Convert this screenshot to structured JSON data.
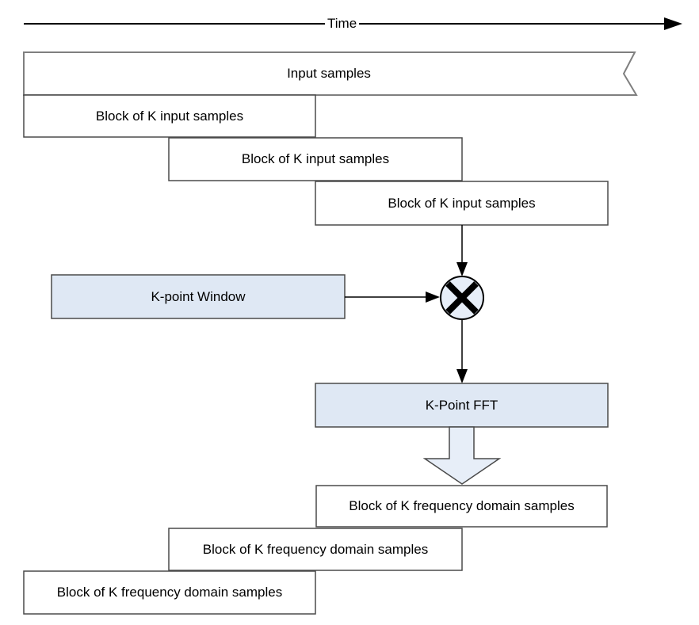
{
  "time_axis": {
    "label": "Time"
  },
  "input_stream": {
    "label": "Input samples"
  },
  "input_blocks": [
    {
      "label": "Block of K input samples"
    },
    {
      "label": "Block of K input samples"
    },
    {
      "label": "Block of K input samples"
    }
  ],
  "window_box": {
    "label": "K-point Window"
  },
  "multiplier": {
    "symbol": "×"
  },
  "fft_box": {
    "label": "K-Point FFT"
  },
  "output_blocks": [
    {
      "label": "Block of K frequency domain samples"
    },
    {
      "label": "Block of K frequency domain samples"
    },
    {
      "label": "Block of K frequency domain samples"
    }
  ],
  "colors": {
    "box_fill": "#ffffff",
    "accent_fill": "#dfe8f4",
    "light_accent_fill": "#e7eef8",
    "box_border": "#4a4a4a",
    "stream_border": "#7f7f7f",
    "line_color": "#000000"
  }
}
